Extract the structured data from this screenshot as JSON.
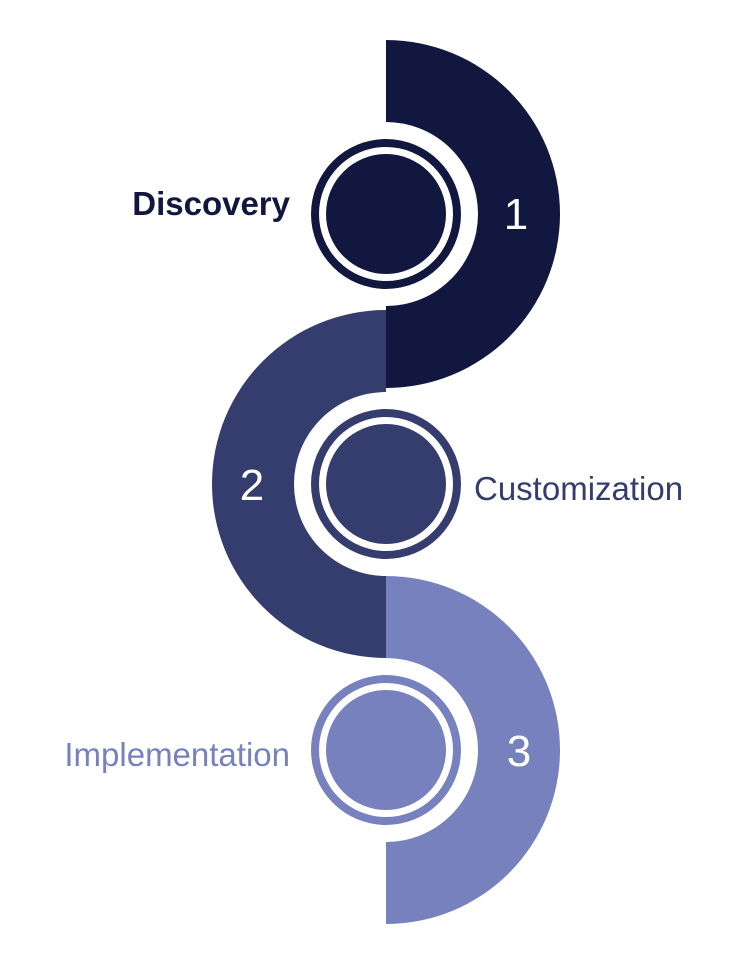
{
  "colors": {
    "background": "#ffffff",
    "step_1": "#12173f",
    "step_2": "#353d6e",
    "step_3": "#7681bd"
  },
  "steps": [
    {
      "number": "1",
      "label": "Discovery",
      "color": "#12173f"
    },
    {
      "number": "2",
      "label": "Customization",
      "color": "#353d6e"
    },
    {
      "number": "3",
      "label": "Implementation",
      "color": "#7681bd"
    }
  ]
}
